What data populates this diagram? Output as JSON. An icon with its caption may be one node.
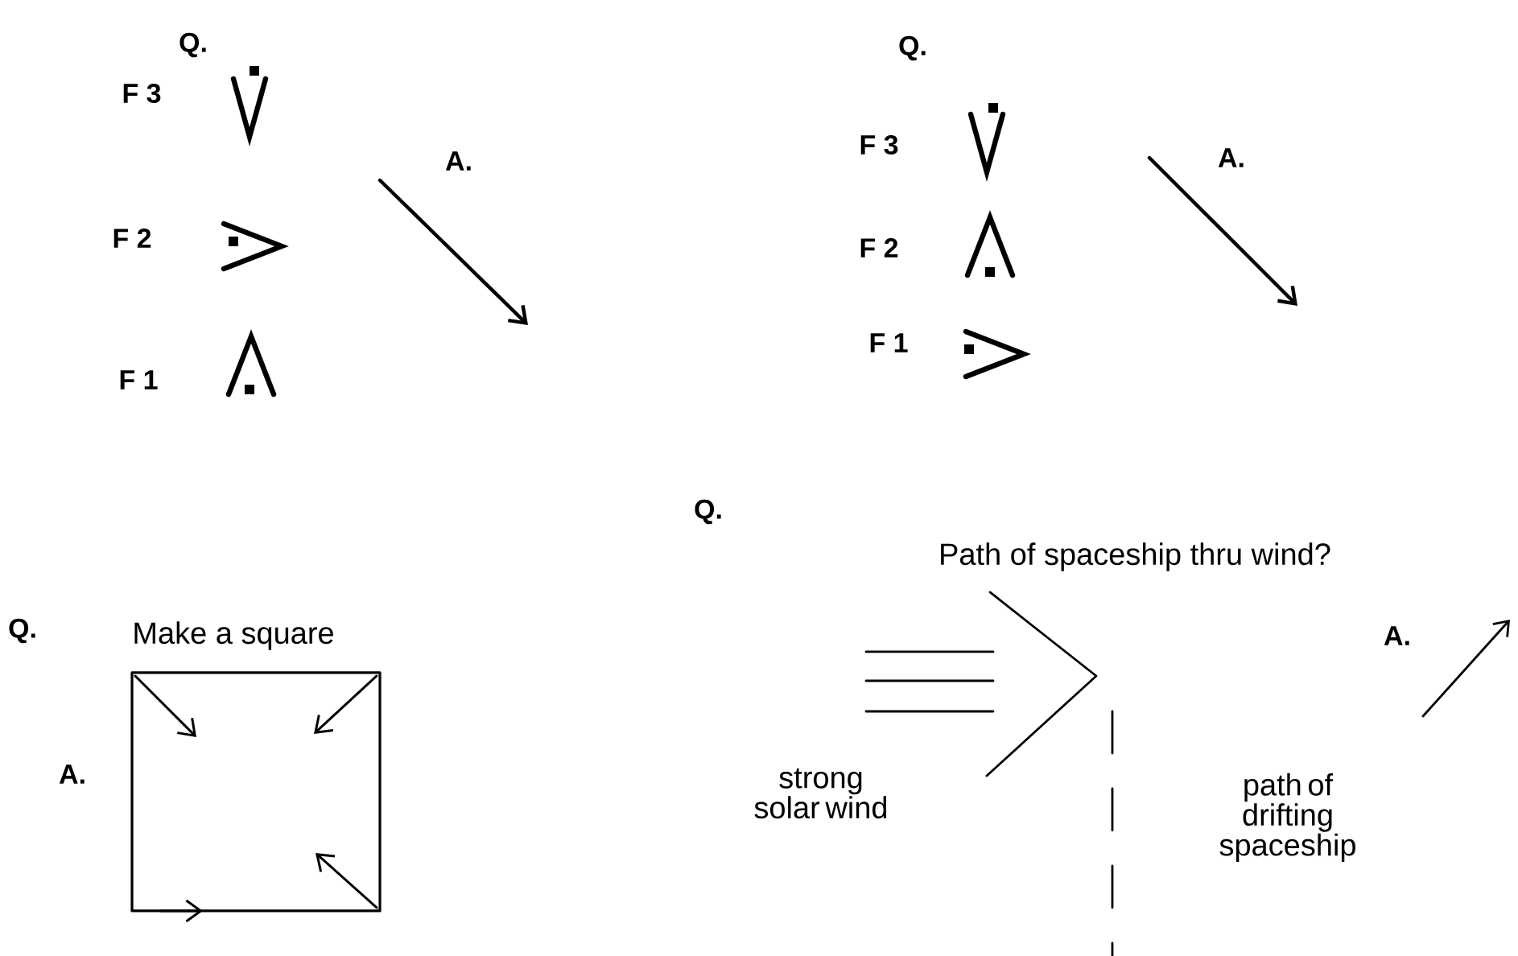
{
  "diagram": {
    "labels": [
      "Q.",
      "F 3",
      "F 2",
      "F 1",
      "A.",
      "Q.",
      "F 3",
      "F 2",
      "F 1",
      "A.",
      "Q.",
      "Path of spaceship thru wind?",
      "Q.",
      "Make a square",
      "A.",
      "A.",
      "strong solar wind",
      "path of drifting spaceship"
    ]
  }
}
